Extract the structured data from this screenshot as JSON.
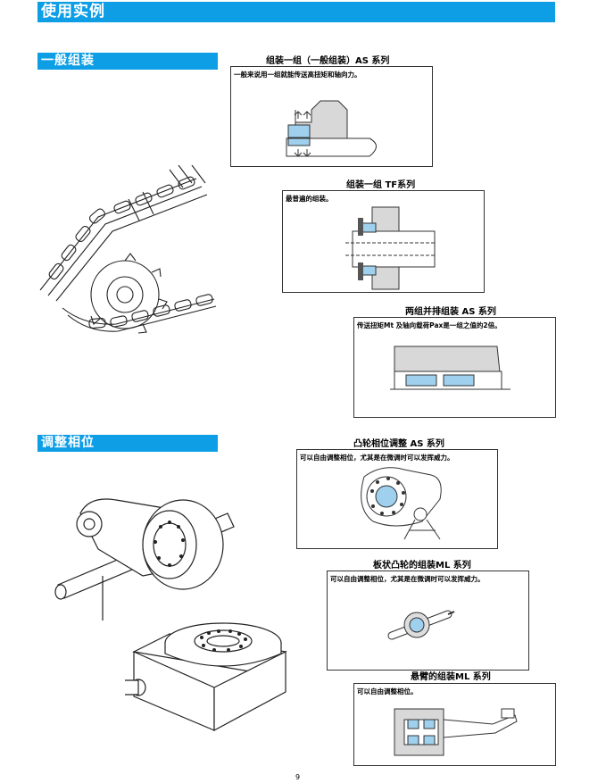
{
  "header": {
    "title": "使用实例"
  },
  "sections": {
    "general": "一般组装",
    "adjust": "调整相位"
  },
  "examples": [
    {
      "caption": "组装一组（一般组装）AS 系列",
      "desc": "一般来说用一组就能传送高扭矩和轴向力。"
    },
    {
      "caption": "组装一组 TF系列",
      "desc": "最普遍的组装。"
    },
    {
      "caption": "两组并排组装 AS 系列",
      "desc": "传送扭矩Mt 及轴向载荷Pax是一组之值的2倍。"
    },
    {
      "caption": "凸轮相位调整 AS 系列",
      "desc": "可以自由调整相位，尤其是在微调时可以发挥威力。"
    },
    {
      "caption": "板状凸轮的组装ML 系列",
      "desc": "可以自由调整相位，尤其是在微调时可以发挥威力。"
    },
    {
      "caption": "悬臂的组装ML 系列",
      "desc": "可以自由调整相位。"
    }
  ],
  "page_number": "9",
  "colors": {
    "accent": "#0d9ee6",
    "part": "#9fd0ee",
    "line": "#333333"
  }
}
